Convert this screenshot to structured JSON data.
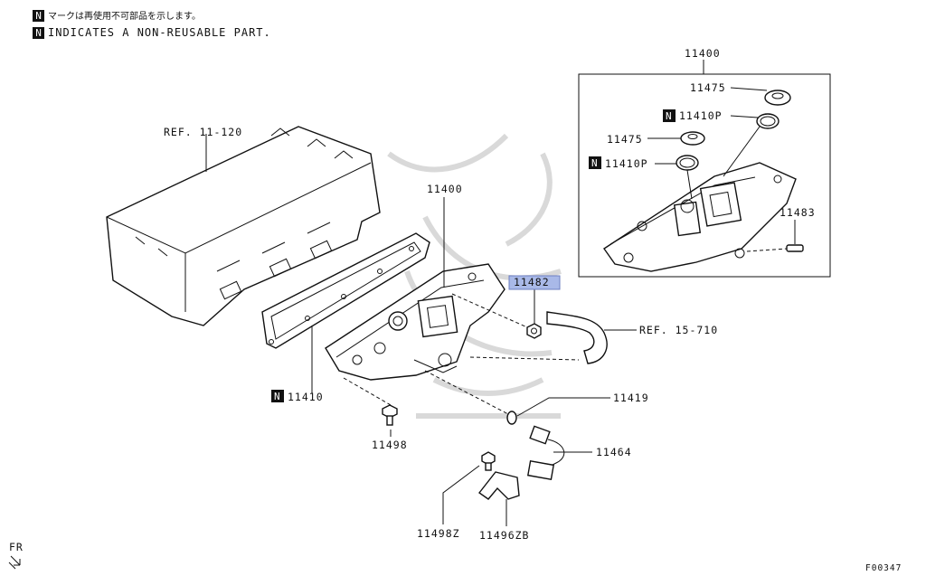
{
  "legend": {
    "n_symbol": "N",
    "japanese": "マークは再使用不可部品を示します。",
    "english": "INDICATES A NON-REUSABLE PART."
  },
  "labels": {
    "ref_head": "REF. 11-120",
    "assy_main": "11400",
    "assy_detail": "11400",
    "cap_top": "11475",
    "oring_top": "11410P",
    "cap_mid": "11475",
    "oring_mid": "11410P",
    "stud": "11483",
    "nut_highlight": "11482",
    "ref_hose": "REF. 15-710",
    "gasket": "11410",
    "bolt": "11498",
    "washer": "11419",
    "sensor": "11464",
    "bolt_z": "11498Z",
    "bracket": "11496ZB",
    "fr": "FR",
    "figure_code": "F00347"
  },
  "colors": {
    "highlight_fill": "#a9b9e8",
    "highlight_stroke": "#6d7fc2",
    "watermark": "#d9d9d9"
  }
}
